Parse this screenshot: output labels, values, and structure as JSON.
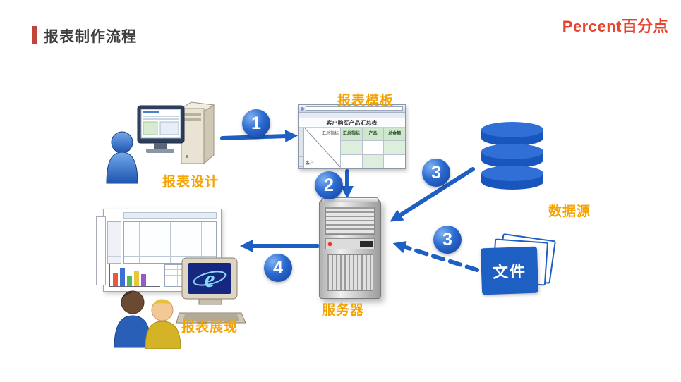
{
  "header": {
    "title": "报表制作流程"
  },
  "logo": {
    "en": "Percent",
    "cn": "百分点"
  },
  "steps": {
    "s1": "1",
    "s2": "2",
    "s3a": "3",
    "s3b": "3",
    "s4": "4"
  },
  "nodes": {
    "designer": "报表设计",
    "template": "报表模板",
    "server": "服务器",
    "datasource": "数据源",
    "file": "文件",
    "display": "报表展现"
  },
  "template_preview": {
    "title": "客户购买产品汇总表",
    "corner_top": "汇总指标",
    "corner_bottom": "客户",
    "headers": [
      "汇总指标",
      "产品",
      "总金额"
    ]
  },
  "icons": {
    "ie_letter": "e"
  },
  "colors": {
    "accent_orange": "#F5A300",
    "flow_blue": "#1E5FC4",
    "logo_red": "#E8432D",
    "title_bar_red": "#BF4638"
  }
}
